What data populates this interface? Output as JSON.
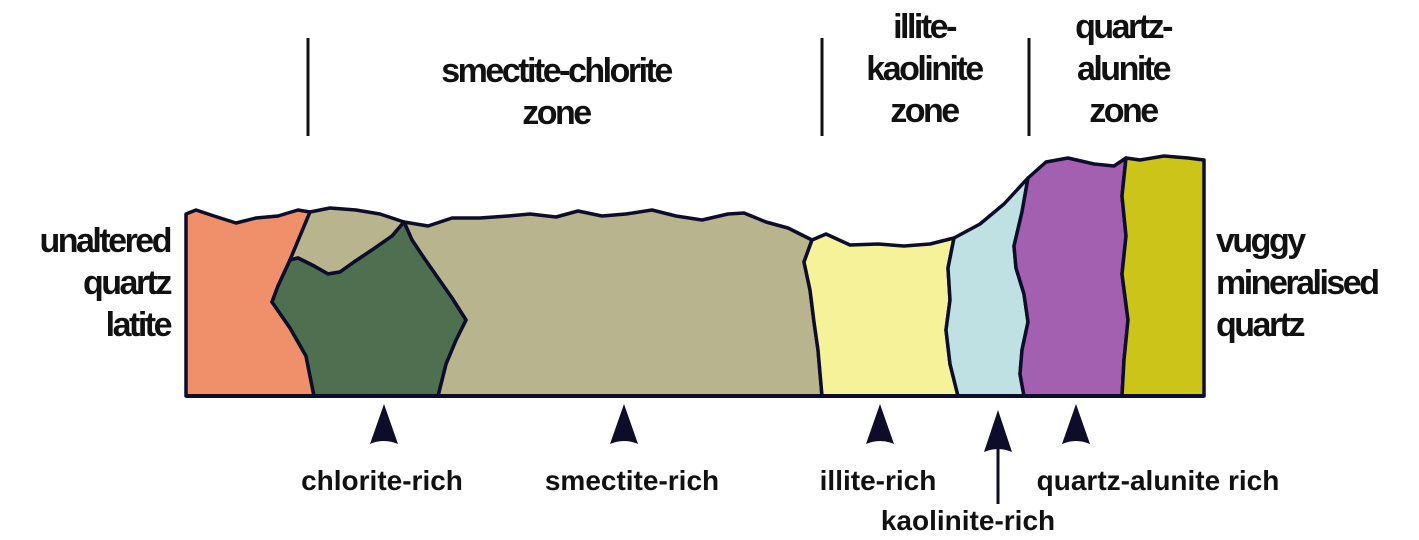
{
  "zones": [
    {
      "id": "smectite-chlorite",
      "lines": [
        "smectite-chlorite",
        "zone"
      ]
    },
    {
      "id": "illite-kaolinite",
      "lines": [
        "illite-",
        "kaolinite",
        "zone"
      ]
    },
    {
      "id": "quartz-alunite",
      "lines": [
        "quartz-",
        "alunite",
        "zone"
      ]
    }
  ],
  "left_label": [
    "unaltered",
    "quartz",
    "latite"
  ],
  "right_label": [
    "vuggy",
    "mineralised",
    "quartz"
  ],
  "bottom_labels": {
    "chlorite": "chlorite-rich",
    "smectite": "smectite-rich",
    "illite": "illite-rich",
    "kaolinite": "kaolinite-rich",
    "quartz_alunite": "quartz-alunite rich"
  },
  "colors": {
    "unaltered": "#f0906a",
    "chlorite": "#4e7050",
    "smectite": "#b8b48e",
    "illite": "#f5f29a",
    "kaolinite": "#bfe1e3",
    "quartz_alunite": "#a35fb0",
    "vuggy": "#cdc41a",
    "outline": "#0d0d2a"
  }
}
